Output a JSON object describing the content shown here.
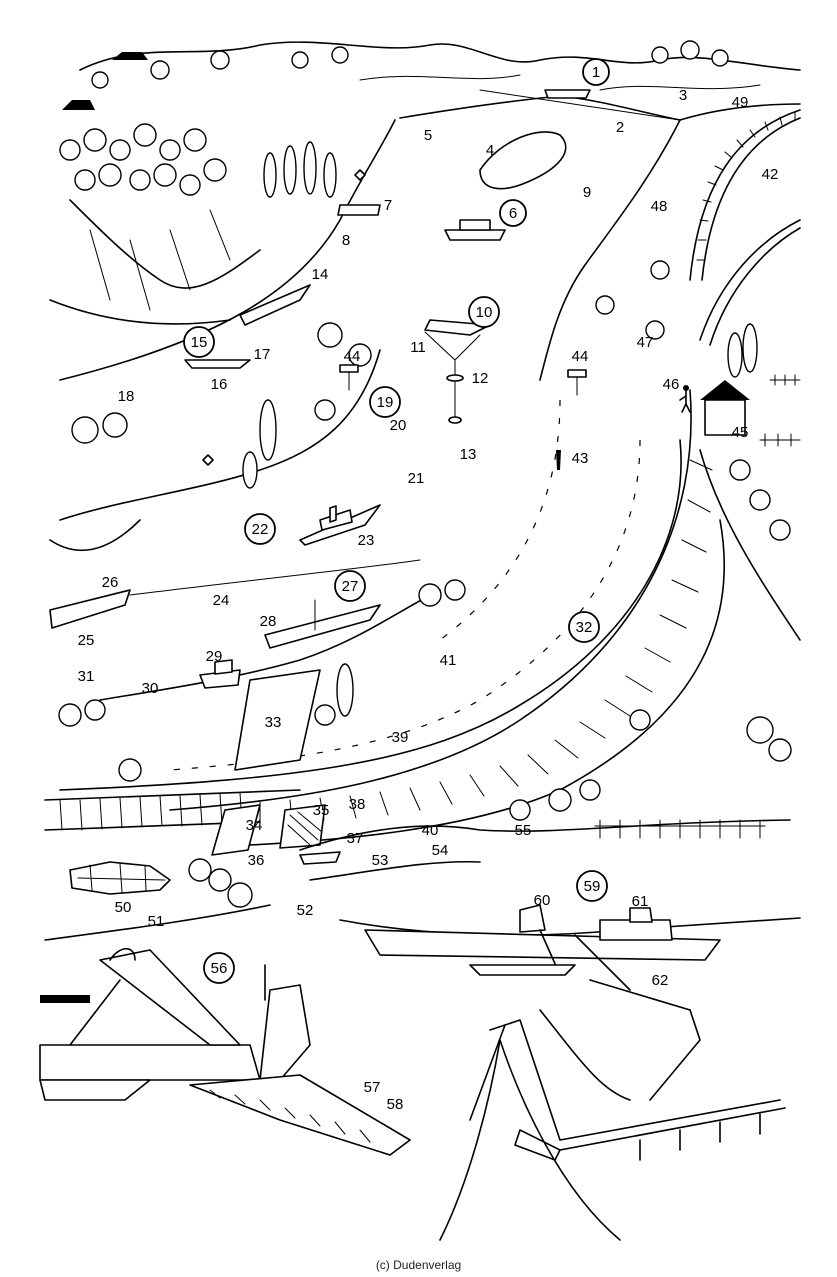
{
  "credit": "(c) Dudenverlag",
  "labels": [
    {
      "n": "1",
      "circled": true
    },
    {
      "n": "2",
      "circled": false
    },
    {
      "n": "3",
      "circled": false
    },
    {
      "n": "4",
      "circled": false
    },
    {
      "n": "5",
      "circled": false
    },
    {
      "n": "6",
      "circled": true
    },
    {
      "n": "7",
      "circled": false
    },
    {
      "n": "8",
      "circled": false
    },
    {
      "n": "9",
      "circled": false
    },
    {
      "n": "10",
      "circled": true
    },
    {
      "n": "11",
      "circled": false
    },
    {
      "n": "12",
      "circled": false
    },
    {
      "n": "13",
      "circled": false
    },
    {
      "n": "14",
      "circled": false
    },
    {
      "n": "15",
      "circled": true
    },
    {
      "n": "16",
      "circled": false
    },
    {
      "n": "17",
      "circled": false
    },
    {
      "n": "18",
      "circled": false
    },
    {
      "n": "19",
      "circled": true
    },
    {
      "n": "20",
      "circled": false
    },
    {
      "n": "21",
      "circled": false
    },
    {
      "n": "22",
      "circled": true
    },
    {
      "n": "23",
      "circled": false
    },
    {
      "n": "24",
      "circled": false
    },
    {
      "n": "25",
      "circled": false
    },
    {
      "n": "26",
      "circled": false
    },
    {
      "n": "27",
      "circled": true
    },
    {
      "n": "28",
      "circled": false
    },
    {
      "n": "29",
      "circled": false
    },
    {
      "n": "30",
      "circled": false
    },
    {
      "n": "31",
      "circled": false
    },
    {
      "n": "32",
      "circled": true
    },
    {
      "n": "33",
      "circled": false
    },
    {
      "n": "34",
      "circled": false
    },
    {
      "n": "35",
      "circled": false
    },
    {
      "n": "36",
      "circled": false
    },
    {
      "n": "37",
      "circled": false
    },
    {
      "n": "38",
      "circled": false
    },
    {
      "n": "39",
      "circled": false
    },
    {
      "n": "40",
      "circled": false
    },
    {
      "n": "41",
      "circled": false
    },
    {
      "n": "42",
      "circled": false
    },
    {
      "n": "43",
      "circled": false
    },
    {
      "n": "44",
      "circled": false
    },
    {
      "n": "44",
      "circled": false
    },
    {
      "n": "45",
      "circled": false
    },
    {
      "n": "46",
      "circled": false
    },
    {
      "n": "47",
      "circled": false
    },
    {
      "n": "48",
      "circled": false
    },
    {
      "n": "49",
      "circled": false
    },
    {
      "n": "50",
      "circled": false
    },
    {
      "n": "51",
      "circled": false
    },
    {
      "n": "52",
      "circled": false
    },
    {
      "n": "53",
      "circled": false
    },
    {
      "n": "54",
      "circled": false
    },
    {
      "n": "55",
      "circled": false
    },
    {
      "n": "56",
      "circled": true
    },
    {
      "n": "57",
      "circled": false
    },
    {
      "n": "58",
      "circled": false
    },
    {
      "n": "59",
      "circled": true
    },
    {
      "n": "60",
      "circled": false
    },
    {
      "n": "61",
      "circled": false
    },
    {
      "n": "62",
      "circled": false
    }
  ]
}
